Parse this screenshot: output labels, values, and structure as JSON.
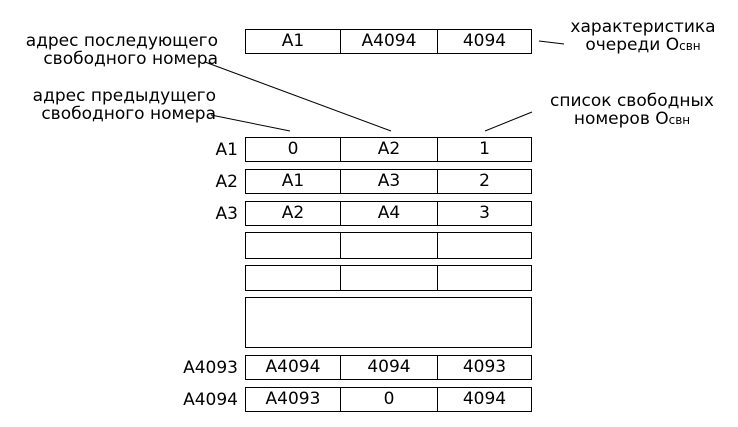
{
  "header_row": [
    "A1",
    "A4094",
    "4094"
  ],
  "labels": {
    "queue_char_line1": "характеристика",
    "queue_char_line2": "очереди O",
    "queue_char_sub": "свн",
    "next_addr_line1": "адрес последующего",
    "next_addr_line2": "свободного номера",
    "prev_addr_line1": "адрес предыдущего",
    "prev_addr_line2": "свободного номера",
    "free_list_line1": "список свободных",
    "free_list_line2": "номеров O",
    "free_list_sub": "свн"
  },
  "rows": [
    {
      "address": "A1",
      "cells": [
        "0",
        "A2",
        "1"
      ]
    },
    {
      "address": "A2",
      "cells": [
        "A1",
        "A3",
        "2"
      ]
    },
    {
      "address": "A3",
      "cells": [
        "A2",
        "A4",
        "3"
      ]
    },
    {
      "address": "",
      "cells": [
        "",
        "",
        ""
      ]
    },
    {
      "address": "",
      "cells": [
        "",
        "",
        ""
      ]
    },
    {
      "address": "",
      "cells": []
    },
    {
      "address": "A4093",
      "cells": [
        "A4094",
        "4094",
        "4093"
      ]
    },
    {
      "address": "A4094",
      "cells": [
        "A4093",
        "0",
        "4094"
      ]
    }
  ]
}
